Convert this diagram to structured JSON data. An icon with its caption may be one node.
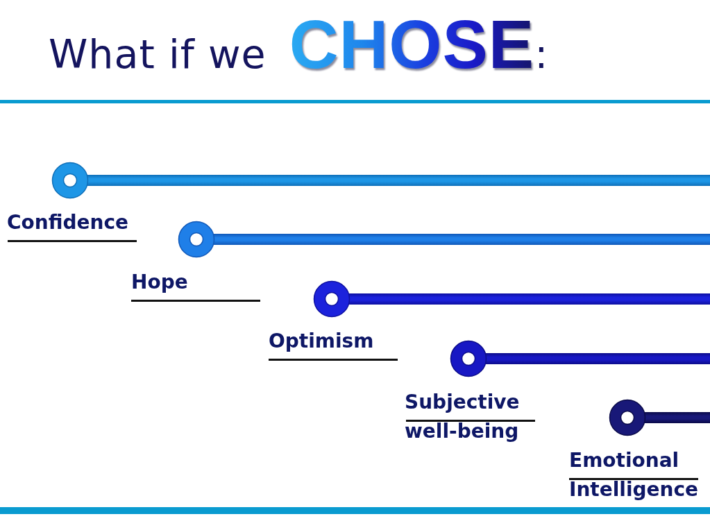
{
  "diagram": {
    "title": "What if we **CHOSE**:",
    "labels": [
      "Confidence",
      "Hope",
      "Optimism",
      "Subjective well-being",
      "Emotional Intelligence"
    ]
  }
}
